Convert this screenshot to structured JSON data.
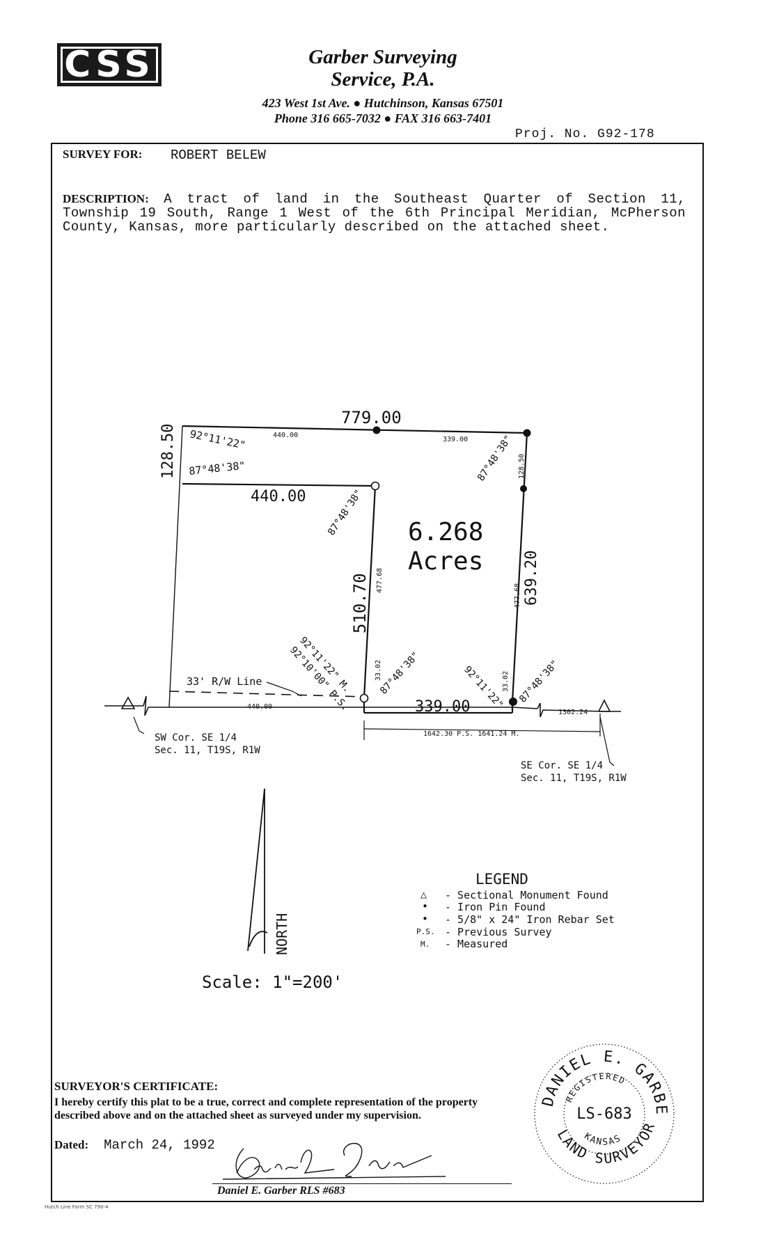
{
  "header": {
    "logo_text": "CSS",
    "company_line1": "Garber Surveying",
    "company_line2": "Service, P.A.",
    "address_line": "423 West 1st Ave. ● Hutchinson, Kansas 67501",
    "phone_line": "Phone 316 665-7032 ● FAX 316 663-7401",
    "project_no": "Proj. No. G92-178"
  },
  "survey": {
    "for_label": "SURVEY FOR:",
    "for_value": "ROBERT BELEW",
    "description_label": "DESCRIPTION:",
    "description_text": "A tract of land in the Southeast Quarter of Section 11, Township 19 South, Range 1 West of the 6th Principal Meridian, McPherson County, Kansas, more particularly described on the attached sheet."
  },
  "plat": {
    "area_value": "6.268",
    "area_unit": "Acres",
    "top_total": "779.00",
    "top_left": "440.00",
    "top_right": "339.00",
    "inner_north": "440.00",
    "west_short": "128.50",
    "east_short": "128.50",
    "angle_nw_a": "92°11'22\"",
    "angle_nw_b": "87°48'38\"",
    "angle_ne": "87°48'38\"",
    "angle_inner": "87°48'38\"",
    "inner_west_total": "510.70",
    "inner_west_a": "477.68",
    "inner_west_b": "33.02",
    "east_total": "639.20",
    "east_a": "477.68",
    "east_b": "33.02",
    "angle_sw_m": "92°11'22\" M.",
    "angle_sw_ps": "92°10'00\" P.S.",
    "angle_sw_c": "87°48'38\"",
    "angle_se_a": "92°11'22\"",
    "angle_se_b": "87°48'38\"",
    "south_total": "339.00",
    "south_left": "440.00",
    "rw_line": "33' R/W Line",
    "baseline_measure": "1642.30 P.S. 1641.24 M.",
    "baseline_east": "1302.24",
    "sw_corner_1": "SW Cor. SE 1/4",
    "sw_corner_2": "Sec. 11, T19S, R1W",
    "se_corner_1": "SE Cor. SE 1/4",
    "se_corner_2": "Sec. 11, T19S, R1W",
    "north_label": "NORTH",
    "scale": "Scale: 1\"=200'"
  },
  "legend": {
    "title": "LEGEND",
    "items": [
      {
        "symbol": "△",
        "text": "- Sectional Monument Found"
      },
      {
        "symbol": "•",
        "text": "- Iron Pin Found"
      },
      {
        "symbol": "•",
        "text": "- 5/8\" x 24\" Iron Rebar Set"
      },
      {
        "symbol": "P.S.",
        "text": "- Previous Survey"
      },
      {
        "symbol": "M.",
        "text": "- Measured"
      }
    ]
  },
  "certificate": {
    "title": "SURVEYOR'S CERTIFICATE:",
    "body": "I hereby certify this plat to be a true, correct and complete representation of the property described above and on the attached sheet as surveyed under my supervision.",
    "dated_label": "Dated:",
    "dated_value": "March 24, 1992",
    "signer": "Daniel E. Garber  RLS #683"
  },
  "seal": {
    "name": "DANIEL E. GARBER",
    "registered": "REGISTERED",
    "license": "LS-683",
    "state": "KANSAS",
    "title": "LAND SURVEYOR"
  },
  "footer": "Hutch Line Form SC 790-4"
}
